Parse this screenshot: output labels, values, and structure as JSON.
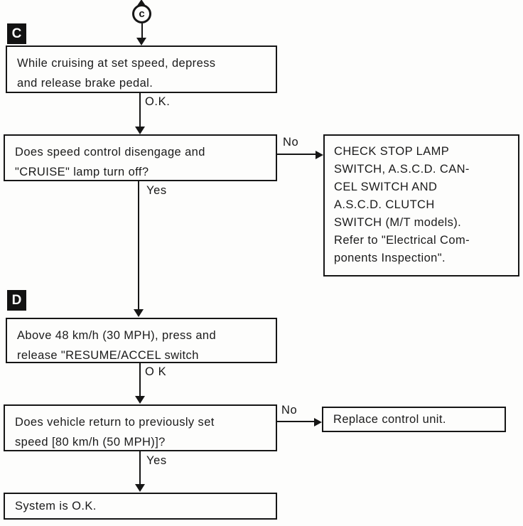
{
  "page": {
    "background": "#fdfdfc",
    "ink": "#161616"
  },
  "connector": {
    "label": "c"
  },
  "sections": {
    "c": "C",
    "d": "D"
  },
  "boxes": {
    "cruise_brake": {
      "lines": [
        "While cruising at set speed, depress",
        "and release brake pedal."
      ]
    },
    "disengage_question": {
      "lines": [
        "Does speed control disengage and",
        "\"CRUISE\" lamp turn off?"
      ]
    },
    "check_switches": {
      "lines": [
        "CHECK STOP LAMP",
        "SWITCH, A.S.C.D. CAN-",
        "CEL SWITCH AND",
        "A.S.C.D. CLUTCH",
        "SWITCH (M/T models).",
        "Refer to \"Electrical Com-",
        "ponents Inspection\"."
      ]
    },
    "resume_accel": {
      "lines": [
        "Above 48 km/h (30 MPH), press and",
        "release \"RESUME/ACCEL switch"
      ]
    },
    "return_speed_question": {
      "lines": [
        "Does vehicle return to previously set",
        "speed [80 km/h (50 MPH)]?"
      ]
    },
    "replace_unit": {
      "lines": [
        "Replace control unit."
      ]
    },
    "system_ok": {
      "lines": [
        "System is O.K."
      ]
    }
  },
  "labels": {
    "ok1": "O.K.",
    "yes1": "Yes",
    "ok2": "O K",
    "yes2": "Yes",
    "no1": "No",
    "no2": "No"
  }
}
